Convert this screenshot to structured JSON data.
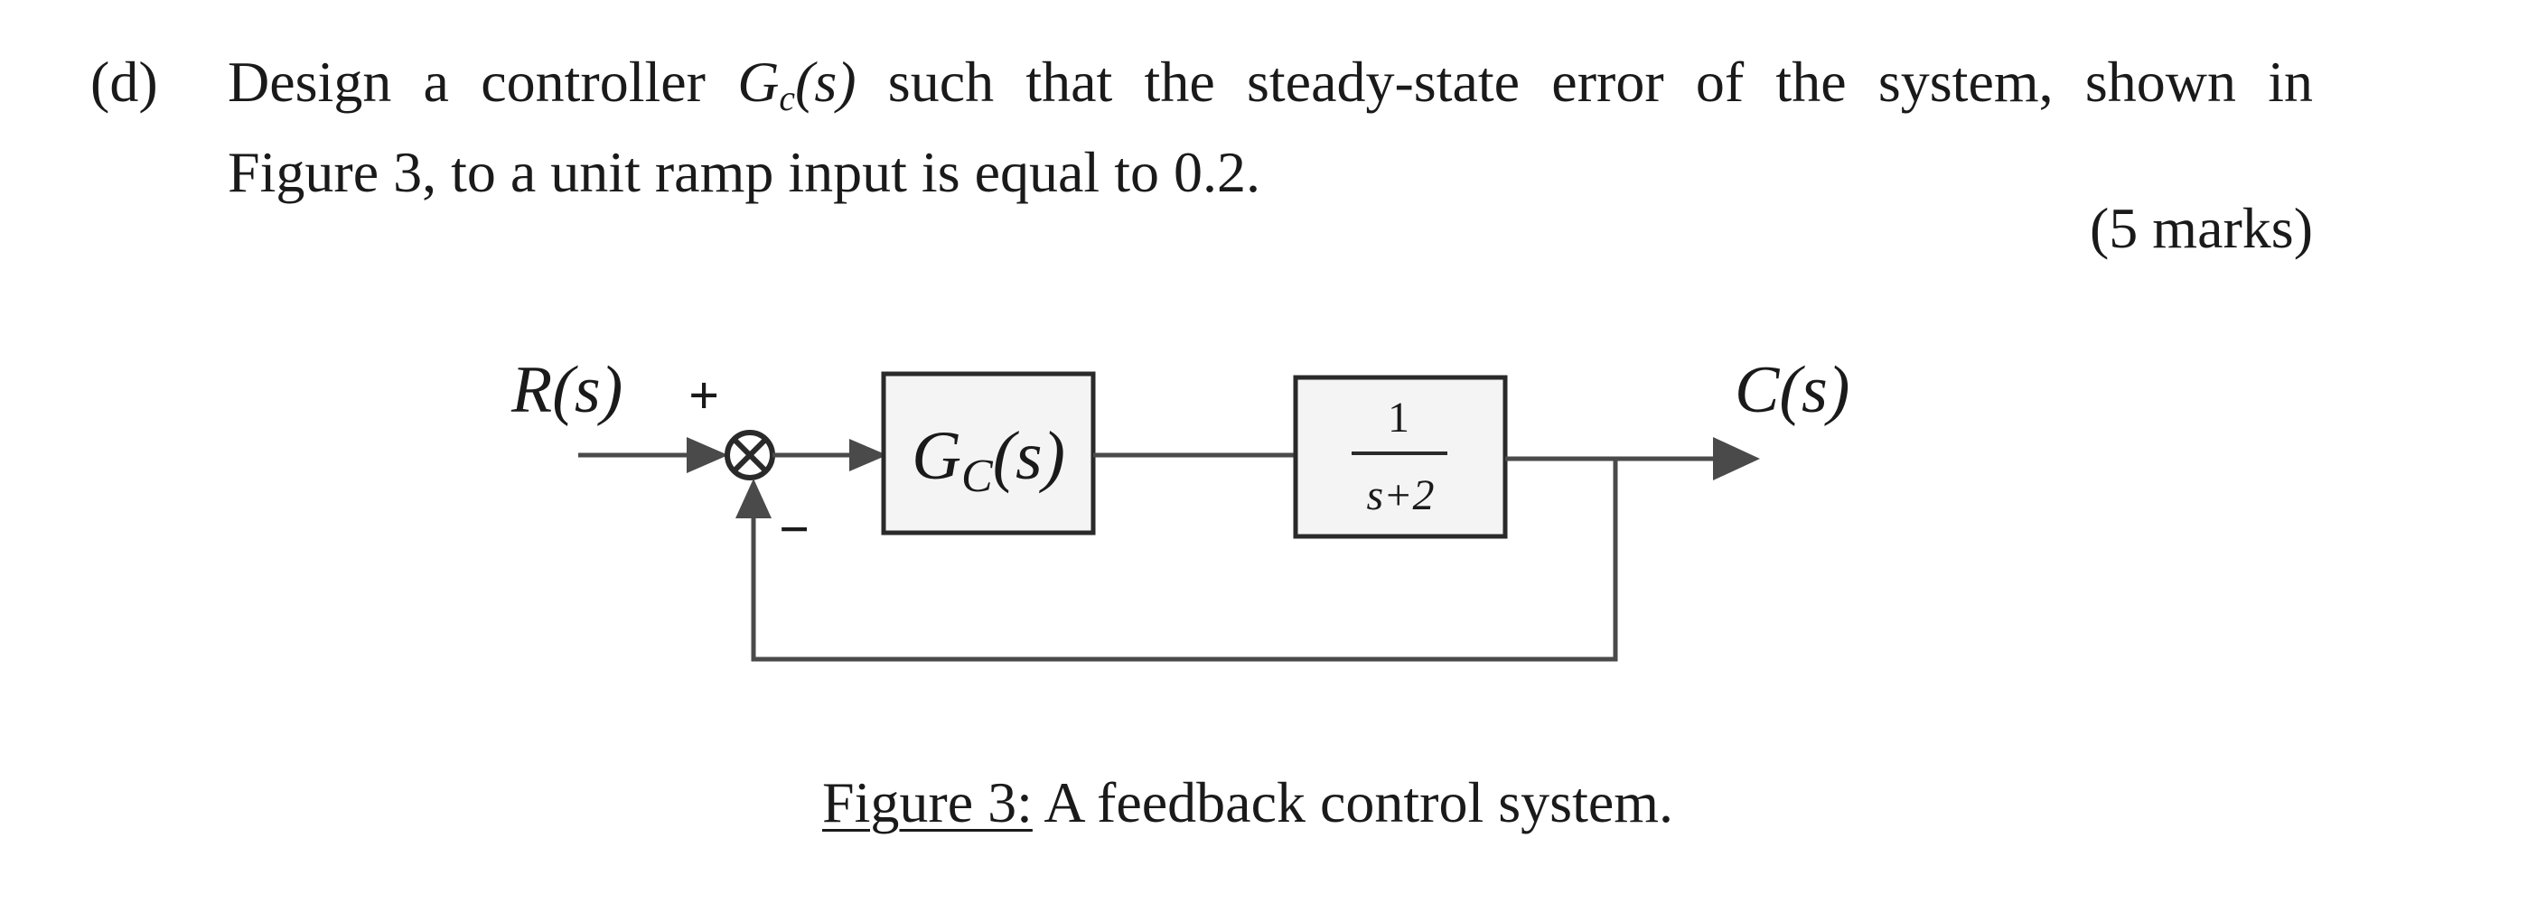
{
  "question": {
    "label": "(d)",
    "words_line1": [
      "Design",
      "a",
      "controller",
      "G",
      "c",
      "(s)",
      "such",
      "that",
      "the",
      "steady-state",
      "error",
      "of",
      "the",
      "system,",
      "shown",
      "in"
    ],
    "line2": "Figure 3, to a unit ramp input is equal to 0.2.",
    "marks": "(5 marks)"
  },
  "diagram": {
    "input_label": "R(s)",
    "output_label": "C(s)",
    "plus_sign": "+",
    "minus_sign": "−",
    "controller": {
      "symbol": "G",
      "subscript": "C",
      "argument": "(s)"
    },
    "plant": {
      "numerator": "1",
      "denominator": "s+2"
    },
    "colors": {
      "line": "#4a4a4a",
      "box_fill": "#f4f4f4"
    }
  },
  "caption": {
    "figure_ref": "Figure 3:",
    "text": " A feedback control system."
  }
}
